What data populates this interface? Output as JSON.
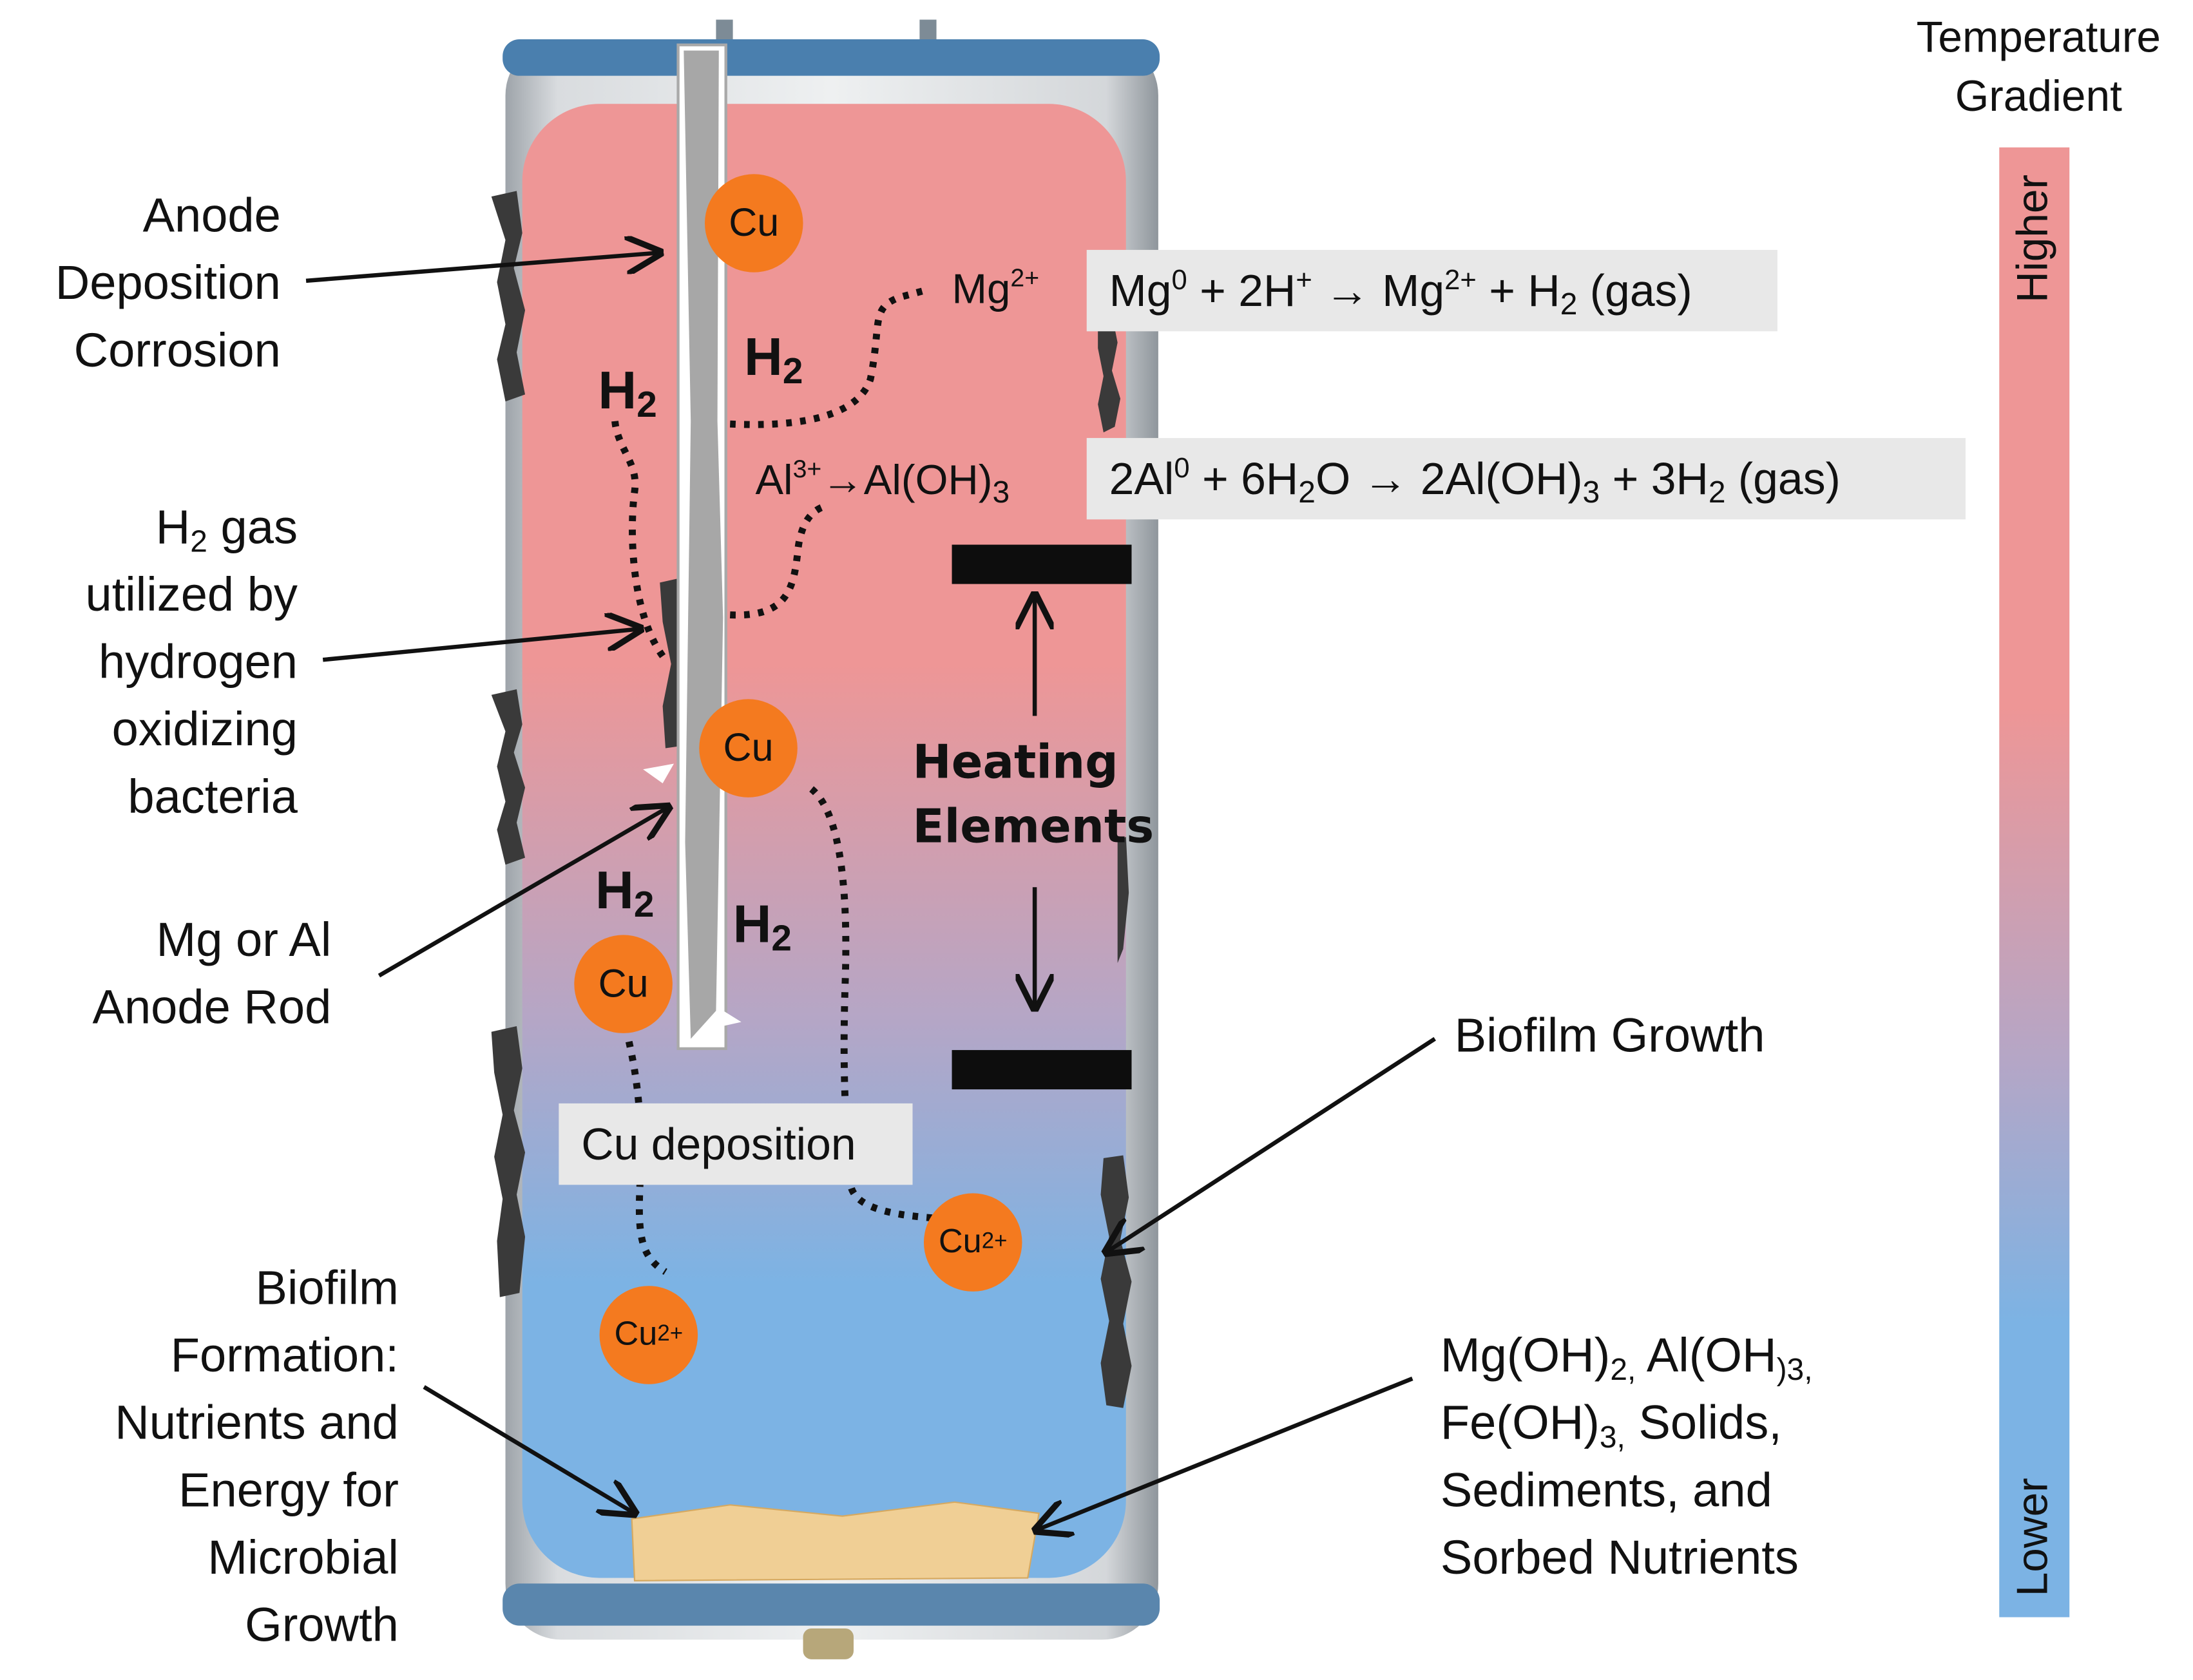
{
  "colors": {
    "hot": "#ee9696",
    "cold": "#7cb3e4",
    "copper": "#f47a1f",
    "tank_shell": "#c9cdd1",
    "tank_rim": "#4a7fae",
    "label_box": "#e8e8e8"
  },
  "legend": {
    "title_line1": "Temperature",
    "title_line2": "Gradient",
    "higher": "Higher",
    "lower": "Lower"
  },
  "labels": {
    "anode_deposition": [
      "Anode",
      "Deposition",
      "Corrosion"
    ],
    "h2_utilized": [
      "H",
      "2",
      " gas",
      "utilized by",
      "hydrogen",
      "oxidizing",
      "bacteria"
    ],
    "anode_rod": [
      "Mg or Al",
      "Anode Rod"
    ],
    "biofilm_formation": [
      "Biofilm",
      "Formation:",
      "Nutrients and",
      "Energy for",
      "Microbial",
      "Growth"
    ],
    "biofilm_growth": "Biofilm Growth",
    "sediments": [
      "Mg(OH)",
      "2,",
      " Al(OH",
      ")3,",
      "Fe(OH)",
      "3,",
      " Solids,",
      "Sediments, and",
      "Sorbed Nutrients"
    ],
    "heating_elements": [
      "Heating",
      "Elements"
    ],
    "cu_deposition": "Cu deposition"
  },
  "equations": {
    "mg": {
      "a": "Mg",
      "a_sup": "0",
      "b": " + 2H",
      "b_sup": "+",
      "c": " → Mg",
      "c_sup": "2+",
      "d": " + H",
      "d_sub": "2",
      "e": " (gas)"
    },
    "al": {
      "a": "2Al",
      "a_sup": "0",
      "b": " + 6H",
      "b_sub": "2",
      "c": "O → 2Al(OH)",
      "c_sub": "3",
      "d": " + 3H",
      "d_sub": "2",
      "e": " (gas)"
    }
  },
  "species": {
    "mg_ion": {
      "base": "Mg",
      "sup": "2+"
    },
    "al_ion": {
      "a": "Al",
      "a_sup": "3+",
      "b": "→Al(OH)",
      "b_sub": "3"
    },
    "h2": {
      "base": "H",
      "sub": "2"
    },
    "cu": "Cu",
    "cu_ion": {
      "base": "Cu",
      "sup": "2+"
    }
  }
}
